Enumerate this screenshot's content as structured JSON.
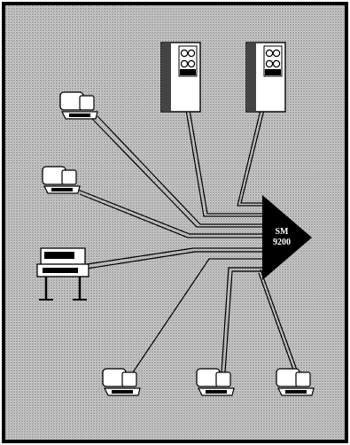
{
  "hub": {
    "line1": "SM",
    "line2": "9200"
  },
  "colors": {
    "frame": "#000000",
    "background_light": "#c8c8c8",
    "background_dark": "#7a7a7a",
    "ink": "#000000",
    "paper": "#ffffff"
  },
  "devices": {
    "cabinets": [
      "storage-cabinet",
      "storage-cabinet"
    ],
    "terminals": [
      "terminal",
      "terminal",
      "terminal",
      "terminal",
      "terminal"
    ],
    "printers": [
      "printer-terminal"
    ]
  }
}
